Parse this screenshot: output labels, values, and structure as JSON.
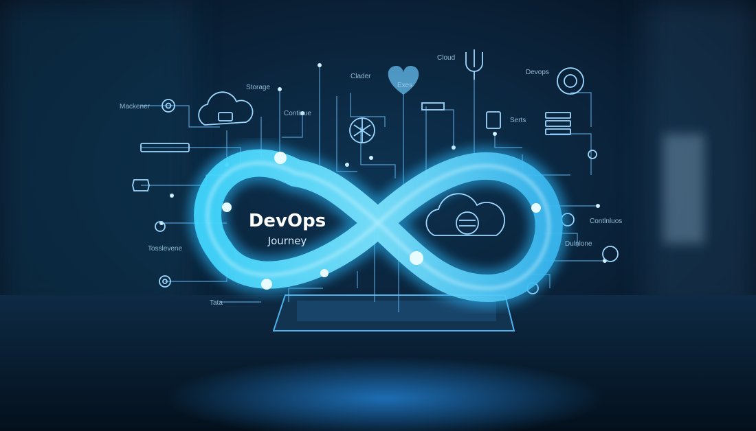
{
  "center": {
    "title": "DevOps",
    "subtitle": "Journey"
  },
  "labels": {
    "cloud": "Cloud",
    "clader": "Clader",
    "devops": "Devops",
    "mackener": "Mackener",
    "continue": "Continue",
    "storage": "Storage",
    "exes": "Exes",
    "serts": "Serts",
    "continluxs": "Contlnluos",
    "dulnlone": "Dulnlone",
    "tosslevene": "Tosslevene",
    "tata": "Tata"
  },
  "colors": {
    "glow": "#38c8ff",
    "accent": "#7fd6ff",
    "background": "#061426"
  }
}
